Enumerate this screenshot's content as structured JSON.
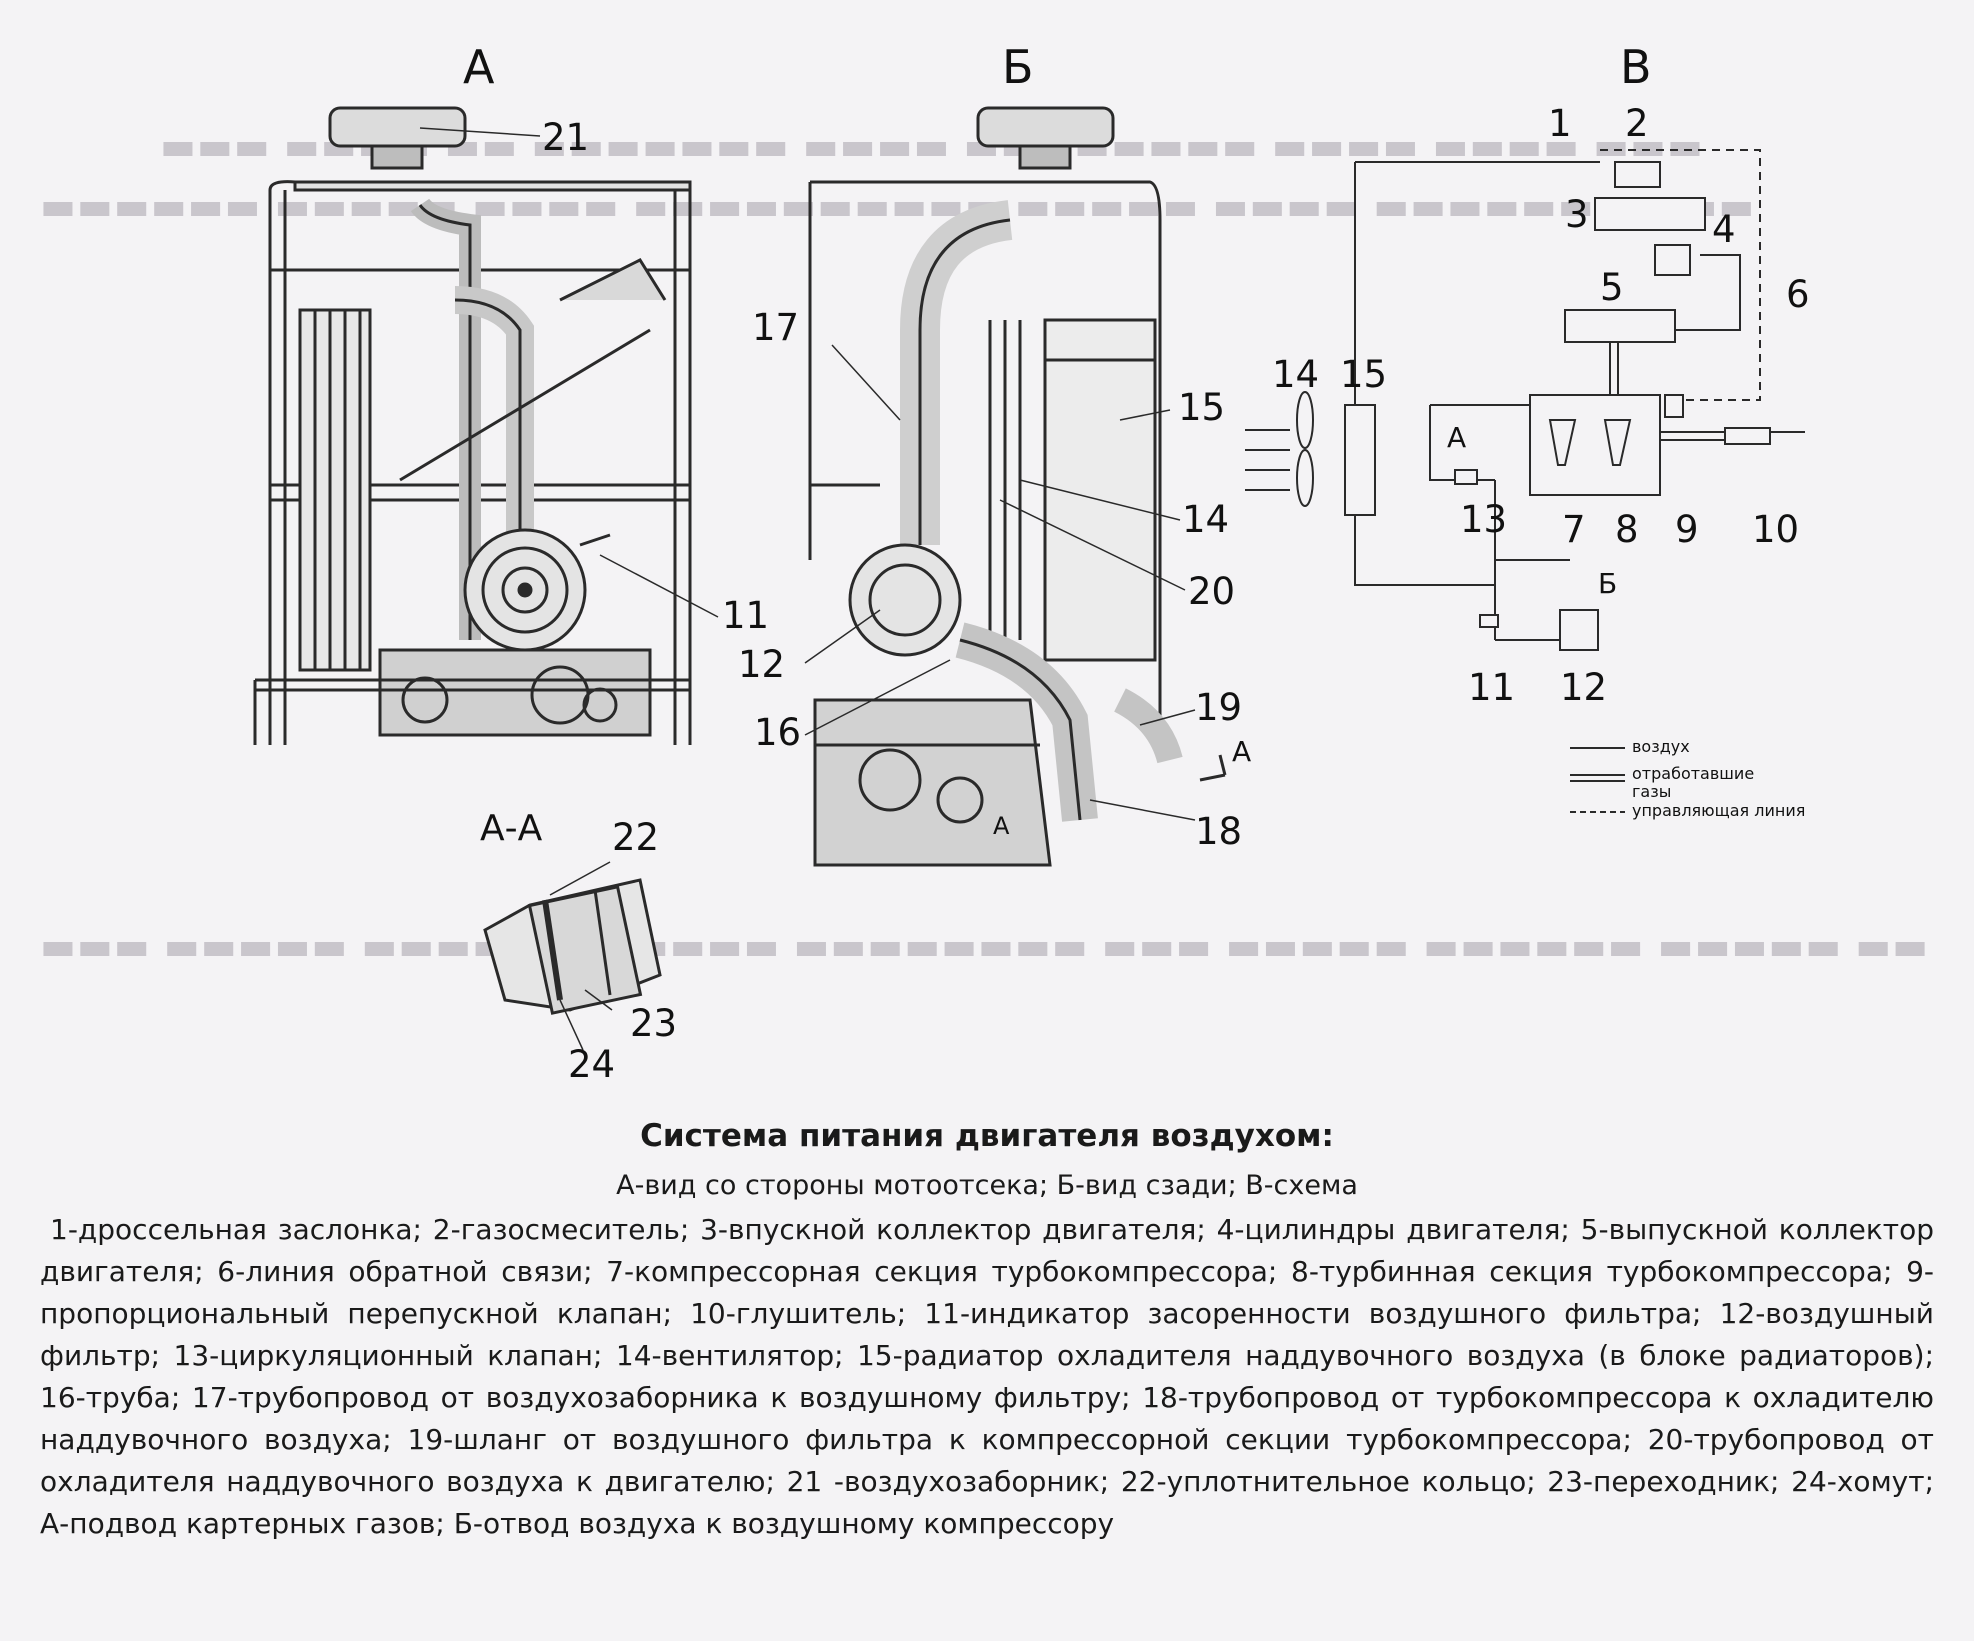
{
  "figure": {
    "views": {
      "a": "А",
      "b": "Б",
      "v": "В",
      "section": "А-А"
    },
    "view_a_callouts": [
      "21",
      "11"
    ],
    "view_b_callouts": [
      "17",
      "15",
      "14",
      "20",
      "12",
      "16",
      "19",
      "18"
    ],
    "view_b_section_marker": "А",
    "view_b_section_marker2": "А",
    "section_callouts": [
      "22",
      "23",
      "24"
    ],
    "scheme_callouts": [
      "1",
      "2",
      "3",
      "4",
      "5",
      "6",
      "14",
      "15",
      "7",
      "8",
      "9",
      "10",
      "13",
      "11",
      "12"
    ],
    "scheme_flow_labels": {
      "a": "А",
      "b": "Б"
    },
    "scheme_legend": [
      {
        "label": "воздух",
        "line": "solid"
      },
      {
        "label": "отработавшие газы",
        "line": "double"
      },
      {
        "label": "управляющая линия",
        "line": "dashed"
      }
    ]
  },
  "caption": {
    "title": "Система питания двигателя воздухом:",
    "subtitle": "А-вид со стороны мотоотсека; Б-вид сзади; В-схема",
    "body": "1-дроссельная заслонка; 2-газосмеситель; 3-впускной коллектор двигателя; 4-цилиндры двигателя; 5-выпускной коллектор двигателя; 6-линия обратной связи; 7-компрессорная секция турбокомпрессора; 8-турбинная секция турбокомпрессора; 9-пропорциональный перепускной клапан; 10-глушитель; 11-индикатор засоренности воздушного фильтра; 12-воздушный фильтр; 13-циркуляционный клапан; 14-вентилятор; 15-радиатор охладителя наддувочного воздуха (в блоке радиаторов); 16-труба; 17-трубопровод от воздухозаборника к воздушному фильтру; 18-трубопровод от турбокомпрессора к охладителю наддувочного воздуха; 19-шланг от воздушного фильтра к компрессорной секции турбокомпрессора; 20-трубопровод от охладителя наддувочного воздуха к двигателю; 21 -воздухозаборник; 22-уплотнительное кольцо; 23-переходник; 24-хомут; А-подвод картерных газов; Б-отвод воздуха к воздушному компрессору"
  }
}
